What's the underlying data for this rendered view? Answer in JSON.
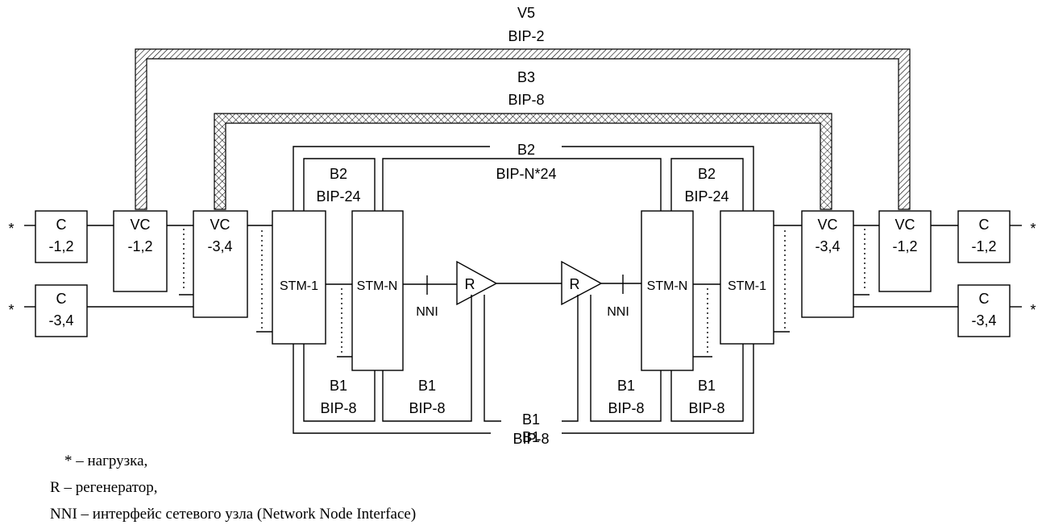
{
  "diagram": {
    "path_labels": {
      "v5_name": "V5",
      "v5_code": "BIP-2",
      "b3_name": "B3",
      "b3_code": "BIP-8",
      "b2_top_name": "B2",
      "b2_top_code": "BIP-N*24",
      "b1_bottom_name": "B1",
      "b1_bottom_code": "BIP-8",
      "b1_inner_name": "B1"
    },
    "section_labels": {
      "b2_left_name": "B2",
      "b2_left_code": "BIP-24",
      "b2_right_name": "B2",
      "b2_right_code": "BIP-24",
      "b1_ll_name": "B1",
      "b1_ll_code": "BIP-8",
      "b1_lm_name": "B1",
      "b1_lm_code": "BIP-8",
      "b1_rm_name": "B1",
      "b1_rm_code": "BIP-8",
      "b1_rr_name": "B1",
      "b1_rr_code": "BIP-8"
    },
    "blocks": {
      "c12_left": [
        "C",
        "-1,2"
      ],
      "c34_left": [
        "C",
        "-3,4"
      ],
      "vc12_left": [
        "VC",
        "-1,2"
      ],
      "vc34_left": [
        "VC",
        "-3,4"
      ],
      "stm1_left": "STM-1",
      "stmn_left": "STM-N",
      "regen_left": "R",
      "nni_left": "NNI",
      "regen_right": "R",
      "nni_right": "NNI",
      "stmn_right": "STM-N",
      "stm1_right": "STM-1",
      "vc34_right": [
        "VC",
        "-3,4"
      ],
      "vc12_right": [
        "VC",
        "-1,2"
      ],
      "c12_right": [
        "C",
        "-1,2"
      ],
      "c34_right": [
        "C",
        "-3,4"
      ],
      "load_mark": "*"
    },
    "colors": {
      "line": "#000000",
      "background": "#ffffff"
    }
  },
  "legend": [
    {
      "symbol": "*",
      "text": " – нагрузка,"
    },
    {
      "symbol": "R",
      "text": " – регенератор,"
    },
    {
      "symbol": "NNI",
      "text": " – интерфейс сетевого узла (Network Node Interface)"
    }
  ]
}
